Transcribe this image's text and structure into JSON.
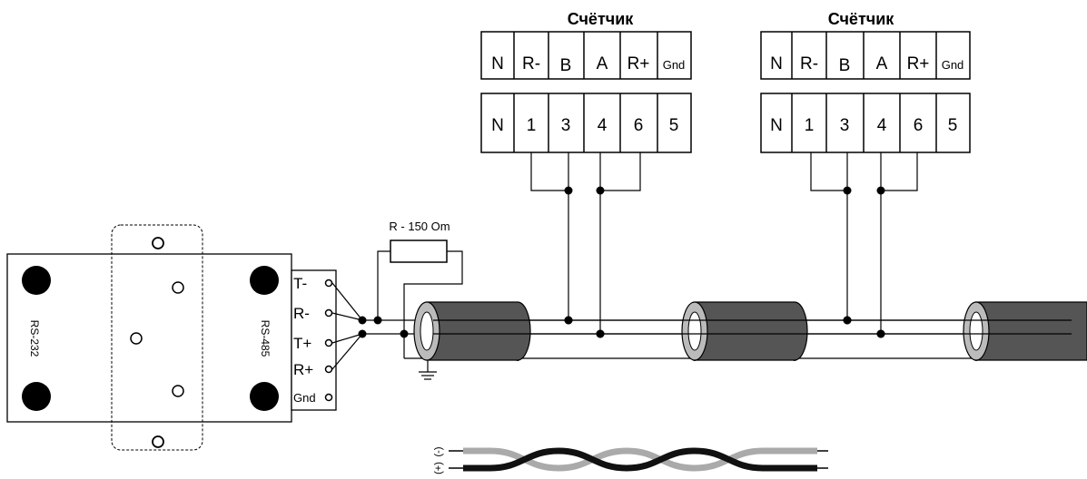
{
  "meters": [
    {
      "title": "Счётчик",
      "top_labels": [
        "N",
        "R-",
        "B",
        "A",
        "R+",
        "Gnd"
      ],
      "bottom_labels": [
        "N",
        "1",
        "3",
        "4",
        "6",
        "5"
      ]
    },
    {
      "title": "Счётчик",
      "top_labels": [
        "N",
        "R-",
        "B",
        "A",
        "R+",
        "Gnd"
      ],
      "bottom_labels": [
        "N",
        "1",
        "3",
        "4",
        "6",
        "5"
      ]
    }
  ],
  "converter": {
    "left_label": "RS-232",
    "right_label": "RS-485",
    "terminals": [
      "T-",
      "R-",
      "T+",
      "R+",
      "Gnd"
    ]
  },
  "resistor": {
    "label": "R - 150 Om"
  },
  "twisted_pair": {
    "minus_label": "(-)",
    "plus_label": "(+)"
  },
  "colors": {
    "line": "#000000",
    "cable_body": "#555555",
    "cable_end": "#bbbbbb",
    "wire_light": "#aaaaaa"
  }
}
